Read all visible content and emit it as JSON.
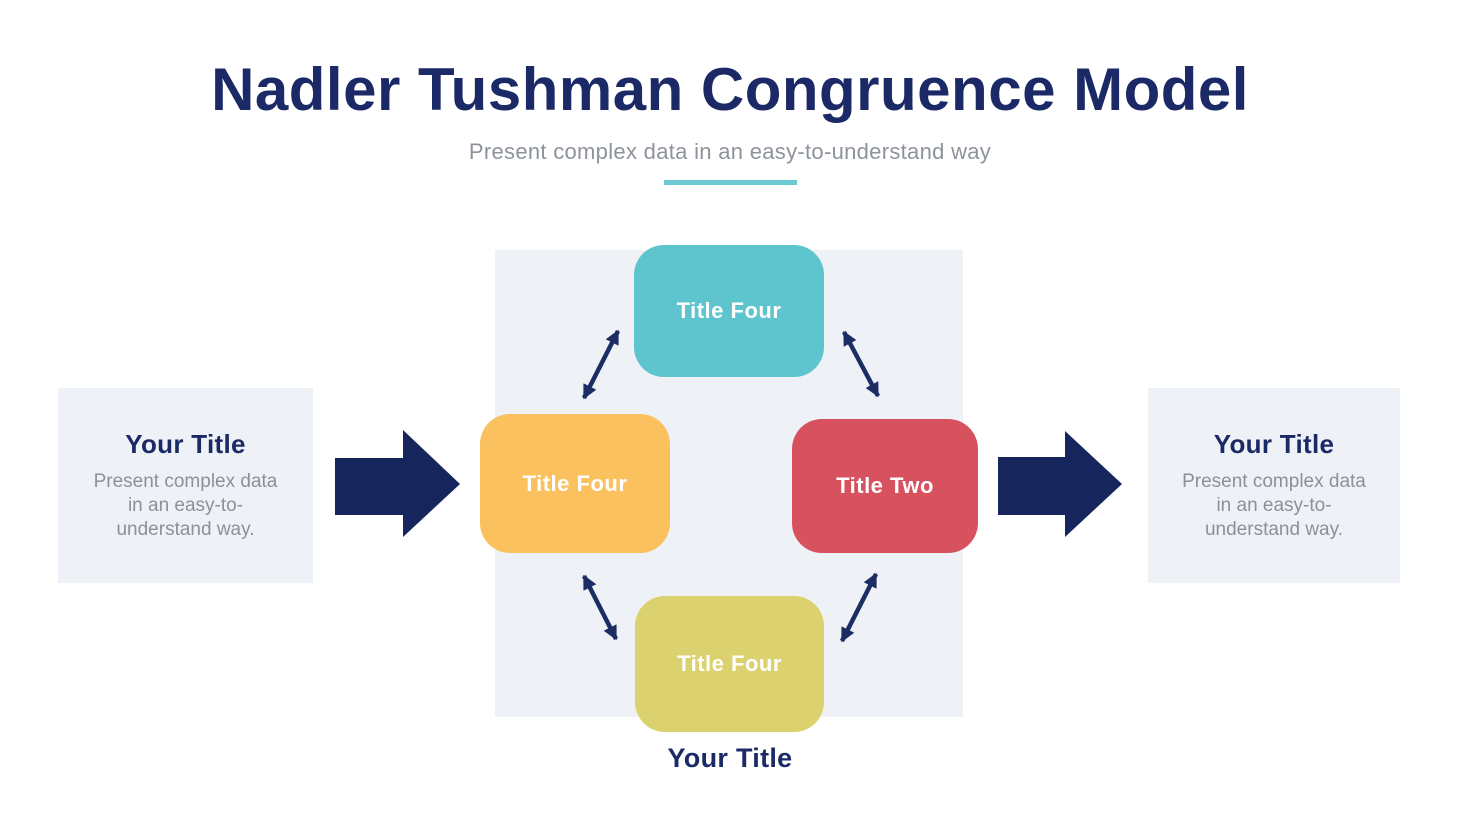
{
  "header": {
    "title": "Nadler Tushman Congruence Model",
    "subtitle": "Present complex data in an easy-to-understand way"
  },
  "model": {
    "top_node": "Title Four",
    "left_node": "Title Four",
    "right_node": "Title Two",
    "bottom_node": "Title Four",
    "caption": "Your Title"
  },
  "panels": {
    "left": {
      "title": "Your Title",
      "body": "Present complex data in an easy-to-understand way."
    },
    "right": {
      "title": "Your Title",
      "body": "Present complex data in an easy-to-understand way."
    }
  },
  "colors": {
    "title_navy": "#1b2a66",
    "arrow_navy": "#16265c",
    "connector_navy": "#1b2d63",
    "node_teal": "#5ec4ce",
    "node_orange": "#fac15e",
    "node_red": "#d8515f",
    "node_khaki": "#dbd26f",
    "underline_teal": "#6bcbd3",
    "panel_gray": "#eef1f6",
    "body_gray": "#8b919b",
    "subtitle_gray": "#8d939c",
    "node_text": "#ffffff",
    "background": "#ffffff"
  }
}
